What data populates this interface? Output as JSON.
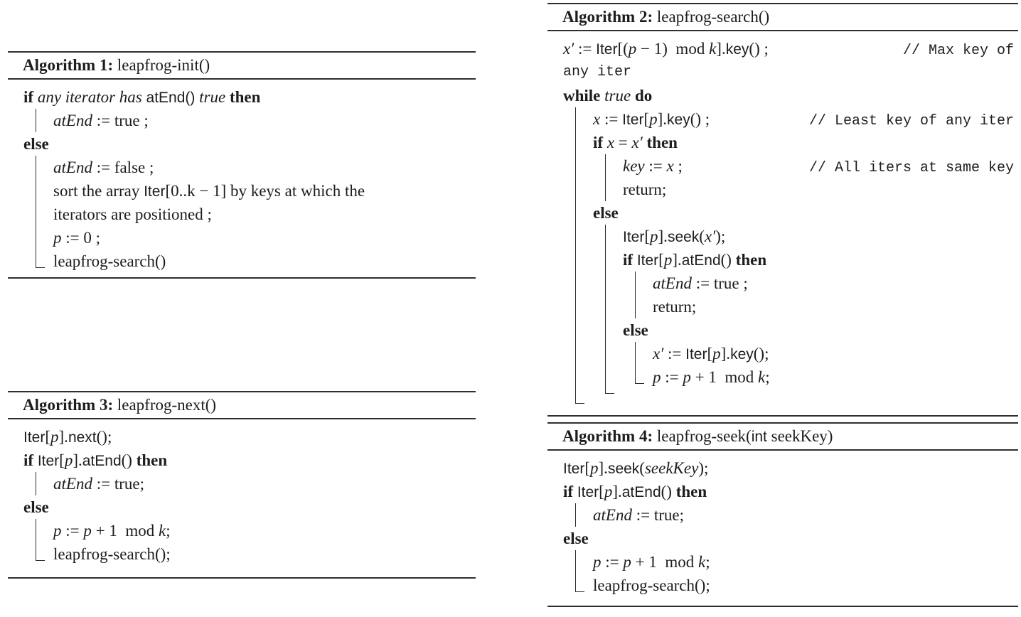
{
  "page": {
    "background": "#ffffff",
    "text_color": "#1d1d1d",
    "rule_color": "#2e2e2e"
  },
  "algorithms": [
    {
      "number": "1",
      "caption": [
        {
          "text": "Algorithm 1:",
          "style": "kw"
        },
        {
          "text": " leapfrog-init()",
          "style": "rm"
        }
      ],
      "lines": [
        {
          "bars": 0,
          "segments": [
            {
              "text": "if ",
              "style": "kw"
            },
            {
              "text": "any iterator has ",
              "style": "it"
            },
            {
              "text": "atEnd()",
              "style": "sf"
            },
            {
              "text": " ",
              "style": "rm"
            },
            {
              "text": "true",
              "style": "it"
            },
            {
              "text": " ",
              "style": "rm"
            },
            {
              "text": "then",
              "style": "kw"
            }
          ]
        },
        {
          "bars": 1,
          "segments": [
            {
              "text": "atEnd",
              "style": "it"
            },
            {
              "text": " := true ;",
              "style": "rm"
            }
          ]
        },
        {
          "bars": 0,
          "segments": [
            {
              "text": "else",
              "style": "kw"
            }
          ]
        },
        {
          "bars": 1,
          "segments": [
            {
              "text": "atEnd",
              "style": "it"
            },
            {
              "text": " := false ;",
              "style": "rm"
            }
          ]
        },
        {
          "bars": 1,
          "segments": [
            {
              "text": "sort the array ",
              "style": "rm"
            },
            {
              "text": "Iter",
              "style": "sf"
            },
            {
              "text": "[0..k − 1] by keys at which the",
              "style": "rm"
            }
          ]
        },
        {
          "bars": 1,
          "segments": [
            {
              "text": "iterators are positioned ;",
              "style": "rm"
            }
          ]
        },
        {
          "bars": 1,
          "segments": [
            {
              "text": "p",
              "style": "it"
            },
            {
              "text": " := 0 ;",
              "style": "rm"
            }
          ]
        },
        {
          "bars": 1,
          "foot": true,
          "segments": [
            {
              "text": "leapfrog-search()",
              "style": "rm"
            }
          ]
        }
      ]
    },
    {
      "number": "2",
      "caption": [
        {
          "text": "Algorithm 2:",
          "style": "kw"
        },
        {
          "text": " leapfrog-search()",
          "style": "rm"
        }
      ],
      "lines": [
        {
          "bars": 0,
          "segments": [
            {
              "text": "x′",
              "style": "it"
            },
            {
              "text": " := ",
              "style": "rm"
            },
            {
              "text": "Iter",
              "style": "sf"
            },
            {
              "text": "[(",
              "style": "rm"
            },
            {
              "text": "p",
              "style": "it"
            },
            {
              "text": " − 1)  mod ",
              "style": "rm"
            },
            {
              "text": "k",
              "style": "it"
            },
            {
              "text": "].",
              "style": "rm"
            },
            {
              "text": "key",
              "style": "sf"
            },
            {
              "text": "() ;",
              "style": "rm"
            },
            {
              "text": "// Max key of",
              "style": "ttr"
            }
          ]
        },
        {
          "bars": 0,
          "segments": [
            {
              "text": "any iter",
              "style": "tt"
            }
          ]
        },
        {
          "bars": 0,
          "segments": [
            {
              "text": "while ",
              "style": "kw"
            },
            {
              "text": "true",
              "style": "it"
            },
            {
              "text": " ",
              "style": "rm"
            },
            {
              "text": "do",
              "style": "kw"
            }
          ]
        },
        {
          "bars": 1,
          "segments": [
            {
              "text": "x",
              "style": "it"
            },
            {
              "text": " := ",
              "style": "rm"
            },
            {
              "text": "Iter",
              "style": "sf"
            },
            {
              "text": "[",
              "style": "rm"
            },
            {
              "text": "p",
              "style": "it"
            },
            {
              "text": "].",
              "style": "rm"
            },
            {
              "text": "key",
              "style": "sf"
            },
            {
              "text": "() ; ",
              "style": "rm"
            },
            {
              "text": "// Least key of any iter",
              "style": "ttr"
            }
          ]
        },
        {
          "bars": 1,
          "segments": [
            {
              "text": "if ",
              "style": "kw"
            },
            {
              "text": "x",
              "style": "it"
            },
            {
              "text": " = ",
              "style": "rm"
            },
            {
              "text": "x′",
              "style": "it"
            },
            {
              "text": " ",
              "style": "rm"
            },
            {
              "text": "then",
              "style": "kw"
            }
          ]
        },
        {
          "bars": 2,
          "segments": [
            {
              "text": "key",
              "style": "it"
            },
            {
              "text": " := ",
              "style": "rm"
            },
            {
              "text": "x",
              "style": "it"
            },
            {
              "text": " ;",
              "style": "rm"
            },
            {
              "text": "// All iters at same key",
              "style": "ttr"
            }
          ]
        },
        {
          "bars": 2,
          "segments": [
            {
              "text": "return;",
              "style": "rm"
            }
          ]
        },
        {
          "bars": 1,
          "segments": [
            {
              "text": "else",
              "style": "kw"
            }
          ]
        },
        {
          "bars": 2,
          "segments": [
            {
              "text": "Iter",
              "style": "sf"
            },
            {
              "text": "[",
              "style": "rm"
            },
            {
              "text": "p",
              "style": "it"
            },
            {
              "text": "].",
              "style": "rm"
            },
            {
              "text": "seek",
              "style": "sf"
            },
            {
              "text": "(",
              "style": "rm"
            },
            {
              "text": "x′",
              "style": "it"
            },
            {
              "text": ");",
              "style": "rm"
            }
          ]
        },
        {
          "bars": 2,
          "segments": [
            {
              "text": "if ",
              "style": "kw"
            },
            {
              "text": "Iter",
              "style": "sf"
            },
            {
              "text": "[",
              "style": "rm"
            },
            {
              "text": "p",
              "style": "it"
            },
            {
              "text": "].",
              "style": "rm"
            },
            {
              "text": "atEnd",
              "style": "sf"
            },
            {
              "text": "() ",
              "style": "rm"
            },
            {
              "text": "then",
              "style": "kw"
            }
          ]
        },
        {
          "bars": 3,
          "segments": [
            {
              "text": "atEnd",
              "style": "it"
            },
            {
              "text": " := true ;",
              "style": "rm"
            }
          ]
        },
        {
          "bars": 3,
          "segments": [
            {
              "text": "return;",
              "style": "rm"
            }
          ]
        },
        {
          "bars": 2,
          "segments": [
            {
              "text": "else",
              "style": "kw"
            }
          ]
        },
        {
          "bars": 3,
          "segments": [
            {
              "text": "x′",
              "style": "it"
            },
            {
              "text": " := ",
              "style": "rm"
            },
            {
              "text": "Iter",
              "style": "sf"
            },
            {
              "text": "[",
              "style": "rm"
            },
            {
              "text": "p",
              "style": "it"
            },
            {
              "text": "].",
              "style": "rm"
            },
            {
              "text": "key",
              "style": "sf"
            },
            {
              "text": "();",
              "style": "rm"
            }
          ]
        },
        {
          "bars": 3,
          "foot": true,
          "segments": [
            {
              "text": "p",
              "style": "it"
            },
            {
              "text": " := ",
              "style": "rm"
            },
            {
              "text": "p",
              "style": "it"
            },
            {
              "text": " + 1  mod ",
              "style": "rm"
            },
            {
              "text": "k",
              "style": "it"
            },
            {
              "text": ";",
              "style": "rm"
            }
          ]
        },
        {
          "bars": 2,
          "foot": true,
          "closer": true,
          "segments": []
        },
        {
          "bars": 1,
          "foot": true,
          "closer": true,
          "segments": []
        }
      ]
    },
    {
      "number": "3",
      "caption": [
        {
          "text": "Algorithm 3:",
          "style": "kw"
        },
        {
          "text": " leapfrog-next()",
          "style": "rm"
        }
      ],
      "lines": [
        {
          "bars": 0,
          "segments": [
            {
              "text": "Iter",
              "style": "sf"
            },
            {
              "text": "[",
              "style": "rm"
            },
            {
              "text": "p",
              "style": "it"
            },
            {
              "text": "].",
              "style": "rm"
            },
            {
              "text": "next",
              "style": "sf"
            },
            {
              "text": "();",
              "style": "rm"
            }
          ]
        },
        {
          "bars": 0,
          "segments": [
            {
              "text": "if ",
              "style": "kw"
            },
            {
              "text": "Iter",
              "style": "sf"
            },
            {
              "text": "[",
              "style": "rm"
            },
            {
              "text": "p",
              "style": "it"
            },
            {
              "text": "].",
              "style": "rm"
            },
            {
              "text": "atEnd",
              "style": "sf"
            },
            {
              "text": "() ",
              "style": "rm"
            },
            {
              "text": "then",
              "style": "kw"
            }
          ]
        },
        {
          "bars": 1,
          "segments": [
            {
              "text": "atEnd",
              "style": "it"
            },
            {
              "text": " := true;",
              "style": "rm"
            }
          ]
        },
        {
          "bars": 0,
          "segments": [
            {
              "text": "else",
              "style": "kw"
            }
          ]
        },
        {
          "bars": 1,
          "segments": [
            {
              "text": "p",
              "style": "it"
            },
            {
              "text": " := ",
              "style": "rm"
            },
            {
              "text": "p",
              "style": "it"
            },
            {
              "text": " + 1  mod ",
              "style": "rm"
            },
            {
              "text": "k",
              "style": "it"
            },
            {
              "text": ";",
              "style": "rm"
            }
          ]
        },
        {
          "bars": 1,
          "foot": true,
          "segments": [
            {
              "text": "leapfrog-search();",
              "style": "rm"
            }
          ]
        }
      ]
    },
    {
      "number": "4",
      "caption": [
        {
          "text": "Algorithm 4:",
          "style": "kw"
        },
        {
          "text": " leapfrog-seek(",
          "style": "rm"
        },
        {
          "text": "int",
          "style": "sf"
        },
        {
          "text": " seekKey)",
          "style": "rm"
        }
      ],
      "lines": [
        {
          "bars": 0,
          "segments": [
            {
              "text": "Iter",
              "style": "sf"
            },
            {
              "text": "[",
              "style": "rm"
            },
            {
              "text": "p",
              "style": "it"
            },
            {
              "text": "].",
              "style": "rm"
            },
            {
              "text": "seek",
              "style": "sf"
            },
            {
              "text": "(",
              "style": "rm"
            },
            {
              "text": "seekKey",
              "style": "it"
            },
            {
              "text": ");",
              "style": "rm"
            }
          ]
        },
        {
          "bars": 0,
          "segments": [
            {
              "text": "if ",
              "style": "kw"
            },
            {
              "text": "Iter",
              "style": "sf"
            },
            {
              "text": "[",
              "style": "rm"
            },
            {
              "text": "p",
              "style": "it"
            },
            {
              "text": "].",
              "style": "rm"
            },
            {
              "text": "atEnd",
              "style": "sf"
            },
            {
              "text": "() ",
              "style": "rm"
            },
            {
              "text": "then",
              "style": "kw"
            }
          ]
        },
        {
          "bars": 1,
          "segments": [
            {
              "text": "atEnd",
              "style": "it"
            },
            {
              "text": " := true;",
              "style": "rm"
            }
          ]
        },
        {
          "bars": 0,
          "segments": [
            {
              "text": "else",
              "style": "kw"
            }
          ]
        },
        {
          "bars": 1,
          "segments": [
            {
              "text": "p",
              "style": "it"
            },
            {
              "text": " := ",
              "style": "rm"
            },
            {
              "text": "p",
              "style": "it"
            },
            {
              "text": " + 1  mod ",
              "style": "rm"
            },
            {
              "text": "k",
              "style": "it"
            },
            {
              "text": ";",
              "style": "rm"
            }
          ]
        },
        {
          "bars": 1,
          "foot": true,
          "segments": [
            {
              "text": "leapfrog-search();",
              "style": "rm"
            }
          ]
        }
      ]
    }
  ]
}
